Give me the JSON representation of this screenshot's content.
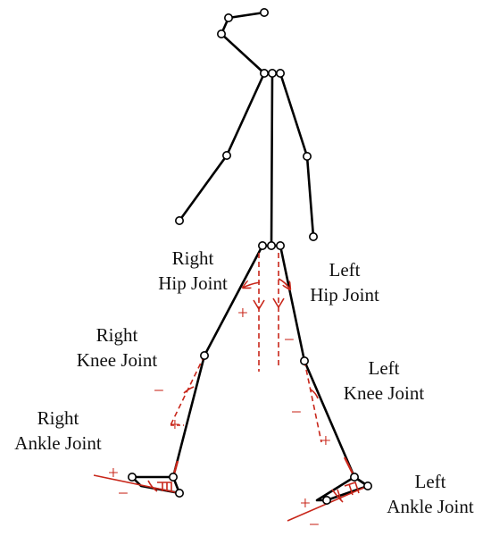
{
  "diagram": {
    "labels": {
      "right_hip_1": "Right",
      "right_hip_2": "Hip Joint",
      "left_hip_1": "Left",
      "left_hip_2": "Hip Joint",
      "right_knee_1": "Right",
      "right_knee_2": "Knee Joint",
      "left_knee_1": "Left",
      "left_knee_2": "Knee Joint",
      "right_ankle_1": "Right",
      "right_ankle_2": "Ankle Joint",
      "left_ankle_1": "Left",
      "left_ankle_2": "Ankle Joint"
    },
    "signs": {
      "plus": "+",
      "minus": "−"
    },
    "colors": {
      "skeleton": "#000000",
      "annotation": "#c8261a",
      "text": "#111111"
    }
  }
}
